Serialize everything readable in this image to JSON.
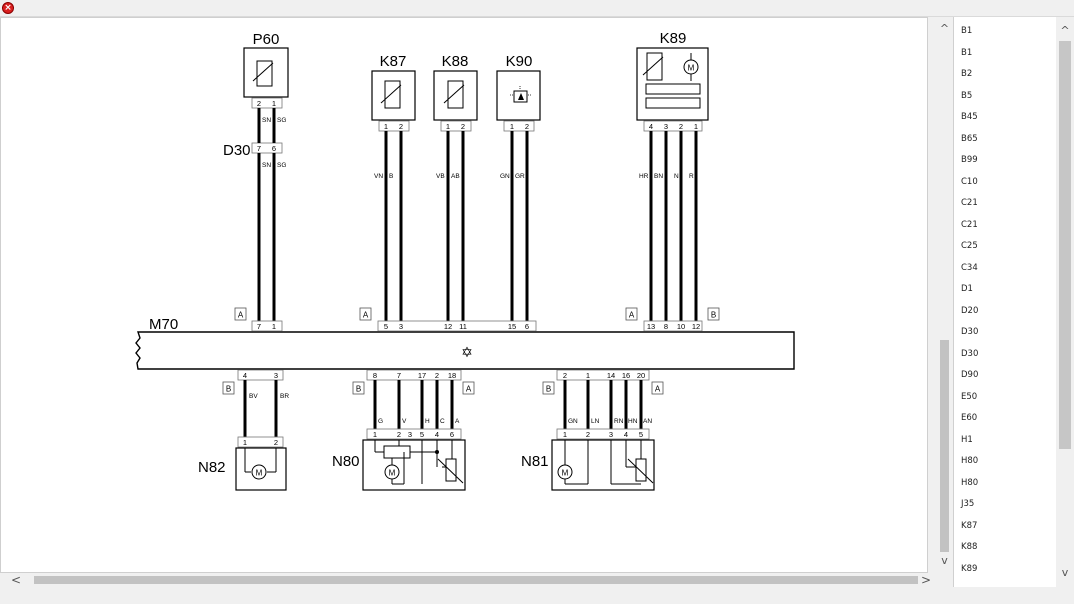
{
  "window": {
    "close_glyph": "×"
  },
  "scroll": {
    "up": "^",
    "down": "v",
    "left": "<",
    "right": ">"
  },
  "sidebar": {
    "items": [
      "B1",
      "B1",
      "B2",
      "B5",
      "B45",
      "B65",
      "B99",
      "C10",
      "C21",
      "C21",
      "C25",
      "C34",
      "D1",
      "D20",
      "D30",
      "D30",
      "D90",
      "E50",
      "E60",
      "H1",
      "H80",
      "H80",
      "J35",
      "K87",
      "K88",
      "K89"
    ]
  },
  "diagram": {
    "components": {
      "P60": {
        "label": "P60",
        "pins": [
          "2",
          "1"
        ],
        "wires": [
          "SN",
          "SG"
        ]
      },
      "D30": {
        "label": "D30",
        "pins": [
          "7",
          "6"
        ],
        "wires": [
          "SN",
          "SG"
        ]
      },
      "K87": {
        "label": "K87",
        "pins": [
          "1",
          "2"
        ],
        "wires": [
          "VN",
          "B"
        ]
      },
      "K88": {
        "label": "K88",
        "pins": [
          "1",
          "2"
        ],
        "wires": [
          "VB",
          "AB"
        ]
      },
      "K90": {
        "label": "K90",
        "pins": [
          "1",
          "2"
        ],
        "wires": [
          "GN",
          "GR"
        ]
      },
      "K89": {
        "label": "K89",
        "pins": [
          "4",
          "3",
          "2",
          "1"
        ],
        "wires": [
          "HR",
          "BN",
          "N",
          "R"
        ]
      },
      "M70": {
        "label": "M70",
        "top_pins": [
          "7",
          "1",
          "5",
          "3",
          "12",
          "11",
          "15",
          "6",
          "13",
          "8",
          "10",
          "12"
        ],
        "bottom_pins": [
          "4",
          "3",
          "8",
          "7",
          "17",
          "2",
          "18",
          "2",
          "1",
          "14",
          "16",
          "20"
        ]
      },
      "N82": {
        "label": "N82",
        "pins": [
          "1",
          "2"
        ],
        "wires": [
          "BV",
          "BR"
        ]
      },
      "N80": {
        "label": "N80",
        "pins": [
          "1",
          "2",
          "3",
          "5",
          "4",
          "6"
        ],
        "wires": [
          "G",
          "V",
          "H",
          "C",
          "A"
        ]
      },
      "N81": {
        "label": "N81",
        "pins": [
          "1",
          "2",
          "3",
          "4",
          "5"
        ],
        "wires": [
          "GN",
          "LN",
          "RN",
          "HN",
          "AN"
        ]
      }
    },
    "connector_tags": [
      "A",
      "A",
      "A",
      "B",
      "B",
      "B",
      "A",
      "B",
      "A"
    ],
    "motor_symbol": "M",
    "module_symbol": "✡"
  }
}
